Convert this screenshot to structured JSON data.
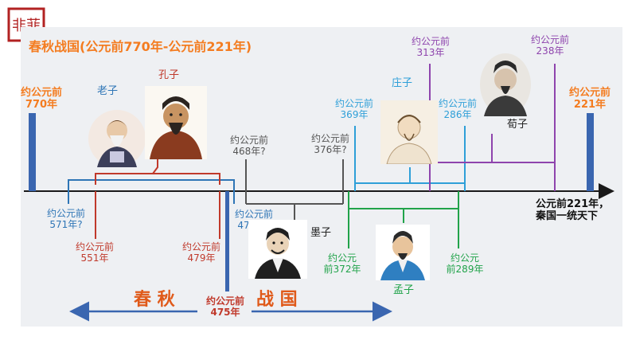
{
  "stamp": "非菲",
  "title": "春秋战国(公元前770年-公元前221年)",
  "eras": {
    "chunqiu": "春 秋",
    "zhanguo": "战 国"
  },
  "ends": {
    "start": {
      "line1": "约公元前",
      "line2": "770年"
    },
    "end": {
      "line1": "约公元前",
      "line2": "221年"
    },
    "qin": {
      "line1": "公元前221年，",
      "line2": "秦国一统天下"
    },
    "split": {
      "line1": "约公元前",
      "line2": "475年"
    }
  },
  "people": {
    "laozi": {
      "name": "老子",
      "from": {
        "line1": "约公元前",
        "line2": "571年?"
      },
      "to": {
        "line1": "约公元前",
        "line2": "471年?"
      }
    },
    "kongzi": {
      "name": "孔子",
      "from": {
        "line1": "约公元前",
        "line2": "551年"
      },
      "to": {
        "line1": "约公元前",
        "line2": "479年"
      }
    },
    "mozi": {
      "name": "墨子",
      "from": {
        "line1": "约公元前",
        "line2": "468年?"
      },
      "to": {
        "line1": "约公元前",
        "line2": "376年?"
      }
    },
    "zhuangzi": {
      "name": "庄子",
      "from": {
        "line1": "约公元前",
        "line2": "369年"
      },
      "to": {
        "line1": "约公元前",
        "line2": "286年"
      }
    },
    "mengzi": {
      "name": "孟子",
      "from": {
        "line1": "约公元",
        "line2": "前372年"
      },
      "to": {
        "line1": "约公元",
        "line2": "前289年"
      }
    },
    "xunzi": {
      "name": "荀子",
      "from": {
        "line1": "约公元前",
        "line2": "313年"
      },
      "to": {
        "line1": "约公元前",
        "line2": "238年"
      }
    }
  },
  "colors": {
    "title": "#f47c20",
    "axis": "#1a1a1a",
    "marker": "#3a66b0",
    "laozi": "#2e75b6",
    "kongzi": "#c0392b",
    "mozi": "#555555",
    "zhuangzi": "#2e9fd8",
    "mengzi": "#21a34a",
    "xunzi": "#8e44ad"
  }
}
